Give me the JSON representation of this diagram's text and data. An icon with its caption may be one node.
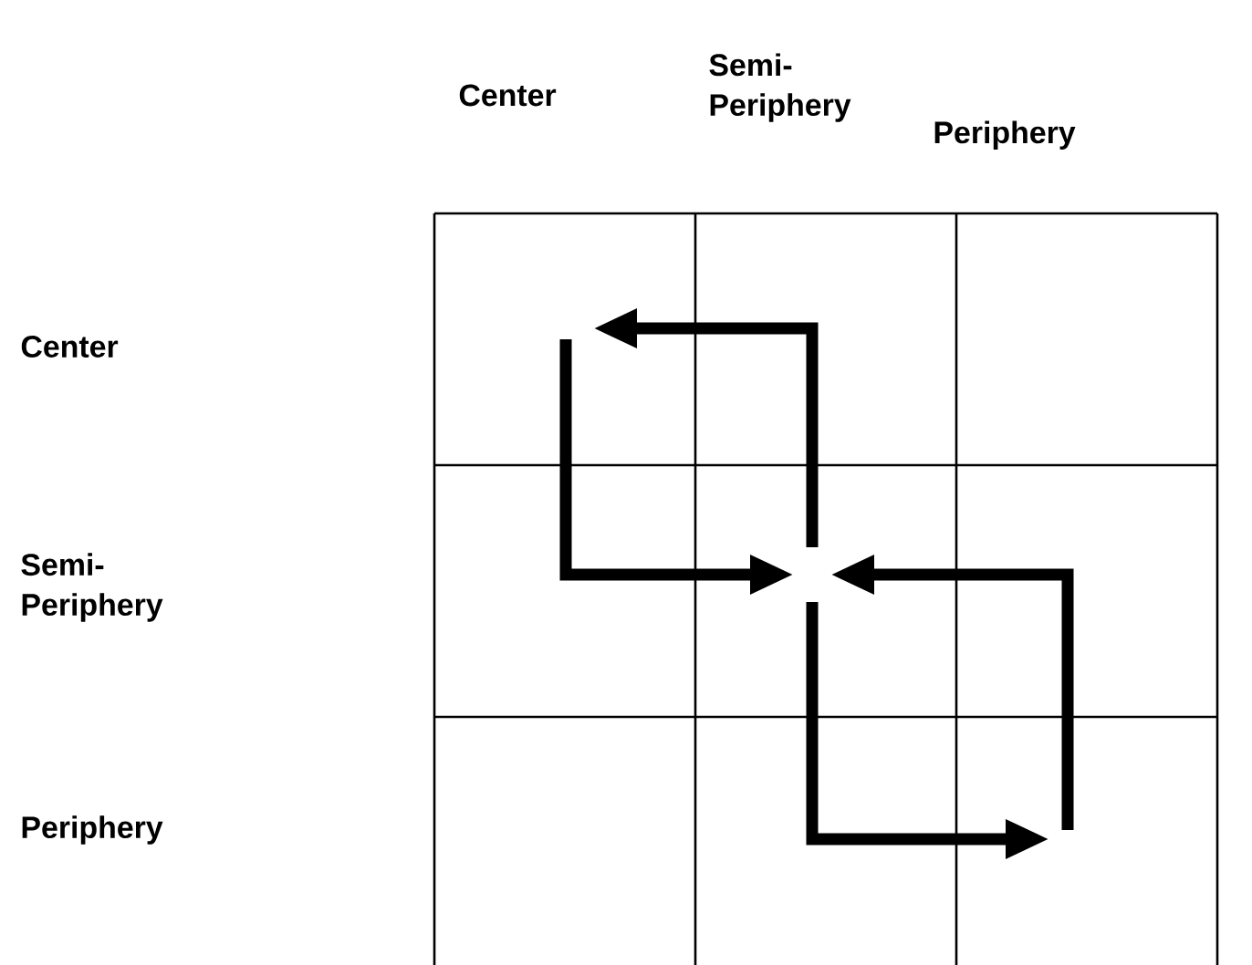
{
  "diagram": {
    "labels": [
      "Center",
      "Semi- Periphery",
      "Periphery",
      "Center",
      "Semi- Periphery",
      "Periphery"
    ]
  }
}
